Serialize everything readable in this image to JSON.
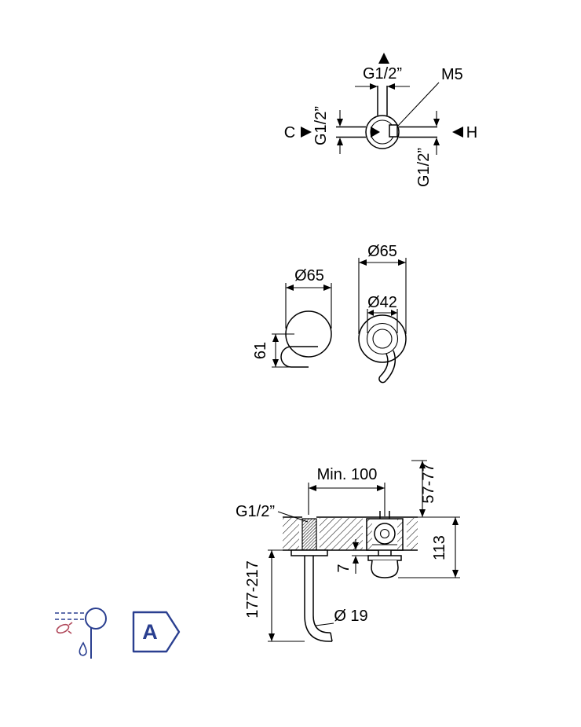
{
  "colors": {
    "ink": "#000000",
    "icon_blue": "#2a3f90",
    "icon_red": "#b0485a",
    "bg": "#ffffff"
  },
  "top_view": {
    "thread_top": "G1/2”",
    "screw_label": "M5",
    "cold_label": "C",
    "hot_label": "H",
    "thread_left": "G1/2”",
    "thread_right": "G1/2”"
  },
  "front_view": {
    "spout_flange_dia": "Ø65",
    "handle_flange_dia": "Ø65",
    "handle_dia": "Ø42",
    "spout_offset": "61"
  },
  "section_view": {
    "axis_distance": "Min. 100",
    "depth_range": "57-77",
    "thread": "G1/2”",
    "body_height": "113",
    "wall_gap": "7",
    "spout_length_range": "177-217",
    "spout_tube_dia": "Ø 19"
  },
  "legend": {
    "variant_label": "A"
  }
}
